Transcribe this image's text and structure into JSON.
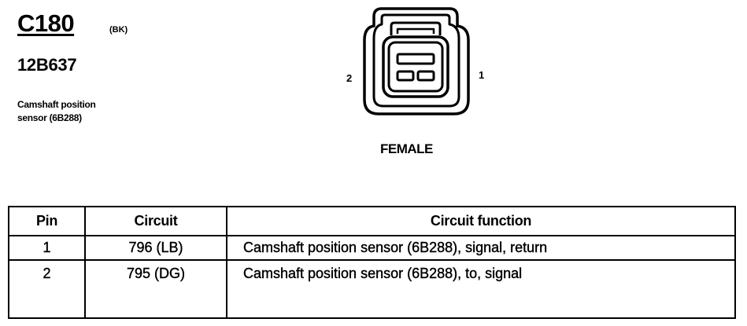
{
  "connector": {
    "id": "C180",
    "color_code": "(BK)",
    "part_number": "12B637",
    "description_lines": [
      "Camshaft position",
      "sensor (6B288)"
    ],
    "gender": "FEMALE",
    "pin_labels": {
      "left": "2",
      "right": "1"
    }
  },
  "table": {
    "headers": {
      "pin": "Pin",
      "circuit": "Circuit",
      "function": "Circuit function"
    },
    "rows": [
      {
        "pin": "1",
        "circuit": "796 (LB)",
        "function": "Camshaft position sensor (6B288), signal, return"
      },
      {
        "pin": "2",
        "circuit": "795 (DG)",
        "function": "Camshaft position sensor (6B288), to, signal"
      }
    ]
  }
}
